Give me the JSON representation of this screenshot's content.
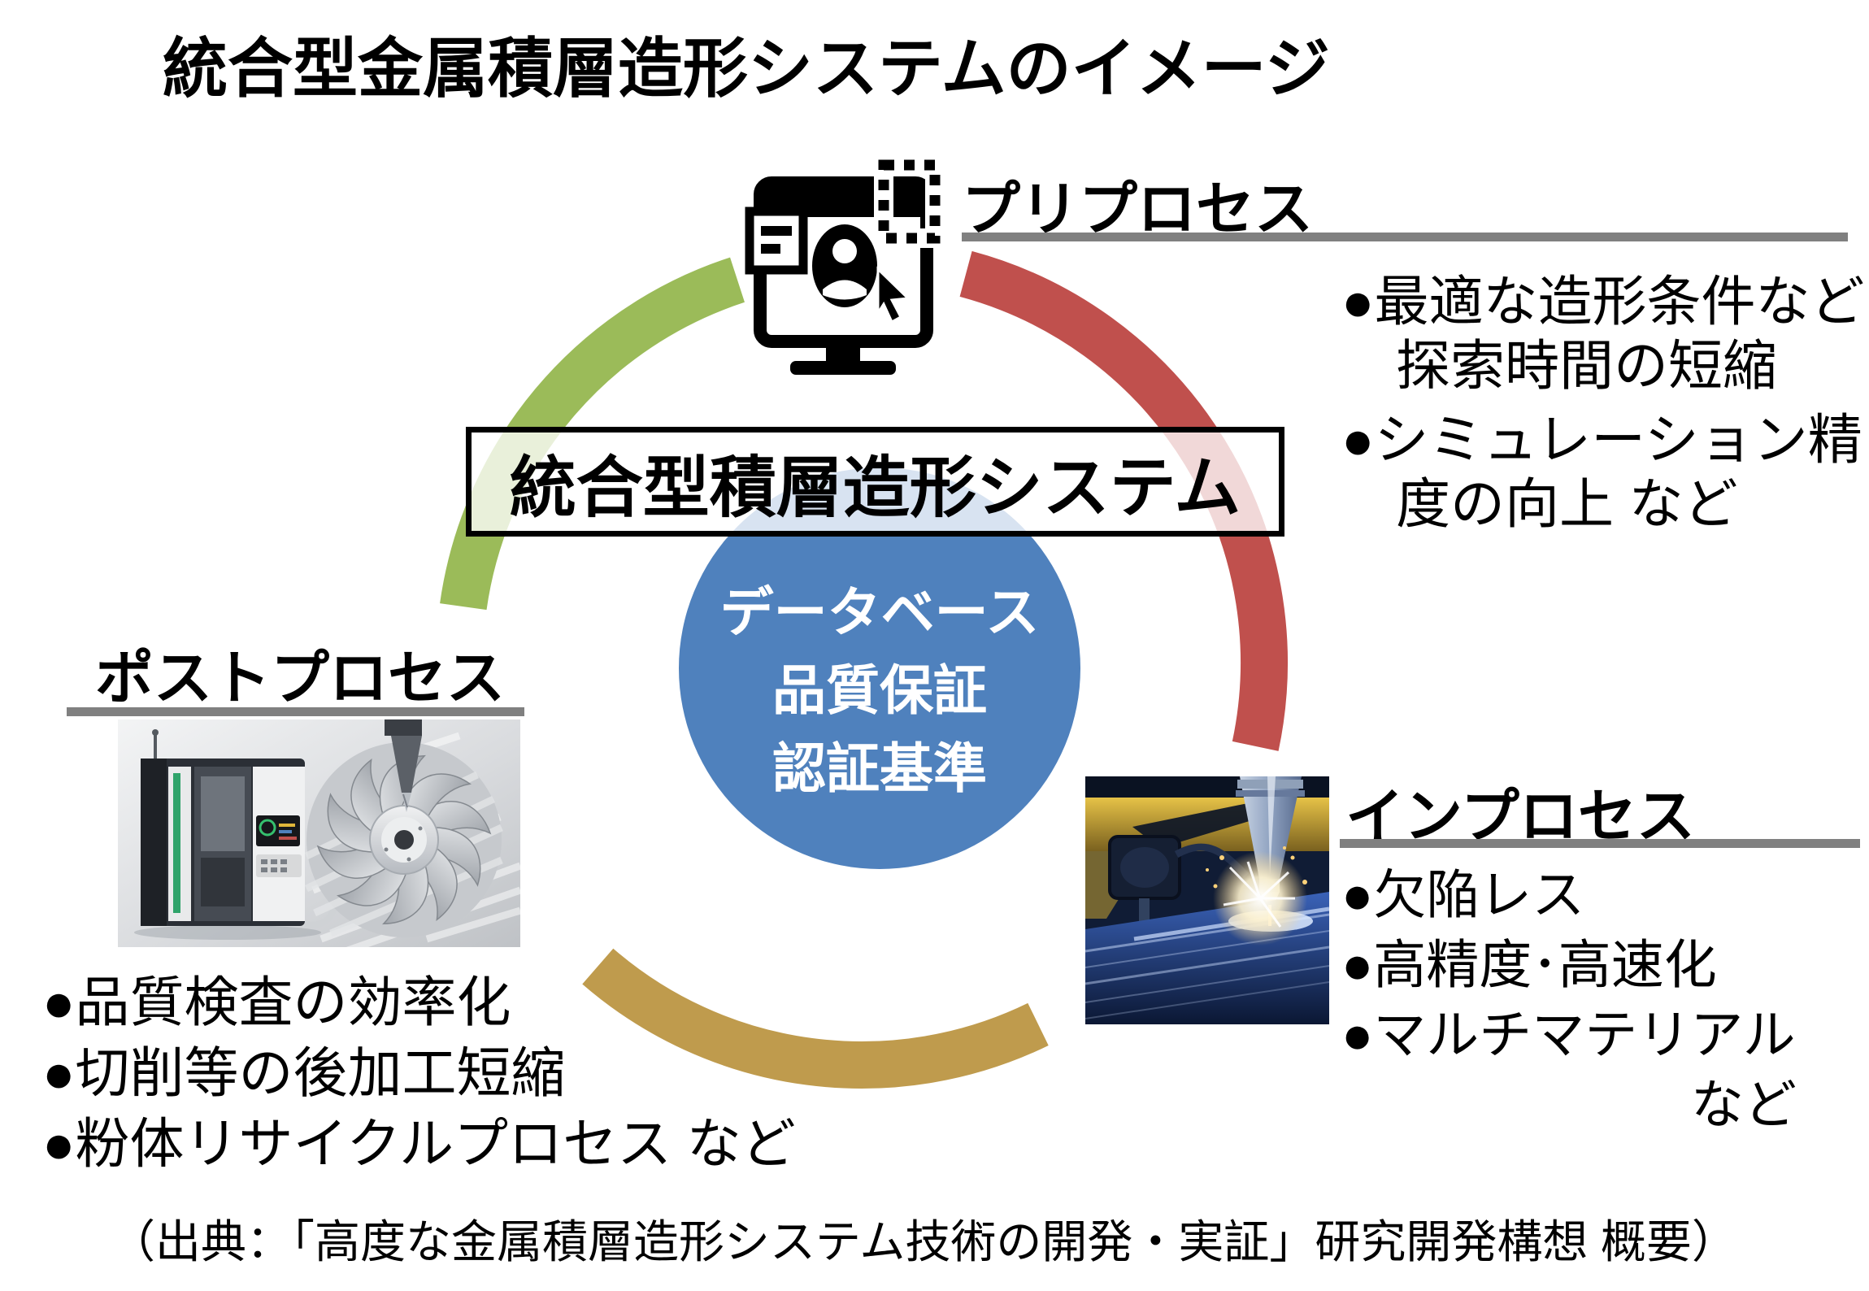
{
  "title": "統合型金属積層造形システムのイメージ",
  "center_box": {
    "label": "統合型積層造形システム"
  },
  "center_circle": {
    "line1": "データベース",
    "line2": "品質保証",
    "line3": "認証基準",
    "color": "#4F81BD"
  },
  "pre_process": {
    "label": "プリプロセス",
    "bullet1": "●最適な造形条件など探索時間の短縮",
    "bullet2": "●シミュレーション精度の向上 など",
    "arc_color": "#C0504D"
  },
  "in_process": {
    "label": "インプロセス",
    "bullet1": "●欠陥レス",
    "bullet2": "●高精度･高速化",
    "bullet3": "●マルチマテリアル",
    "suffix": "など",
    "arc_color": "#BF9B4D"
  },
  "post_process": {
    "label": "ポストプロセス",
    "bullet1": "●品質検査の効率化",
    "bullet2": "●切削等の後加工短縮",
    "bullet3": "●粉体リサイクルプロセス など",
    "arc_color": "#9BBB59"
  },
  "source": "（出典：「高度な金属積層造形システム技術の開発・実証」研究開発構想 概要）",
  "colors": {
    "underline": "#808080",
    "circle_fill": "#4F81BD",
    "pre_arc": "#C0504D",
    "in_arc": "#BF9B4D",
    "post_arc": "#9BBB59"
  }
}
